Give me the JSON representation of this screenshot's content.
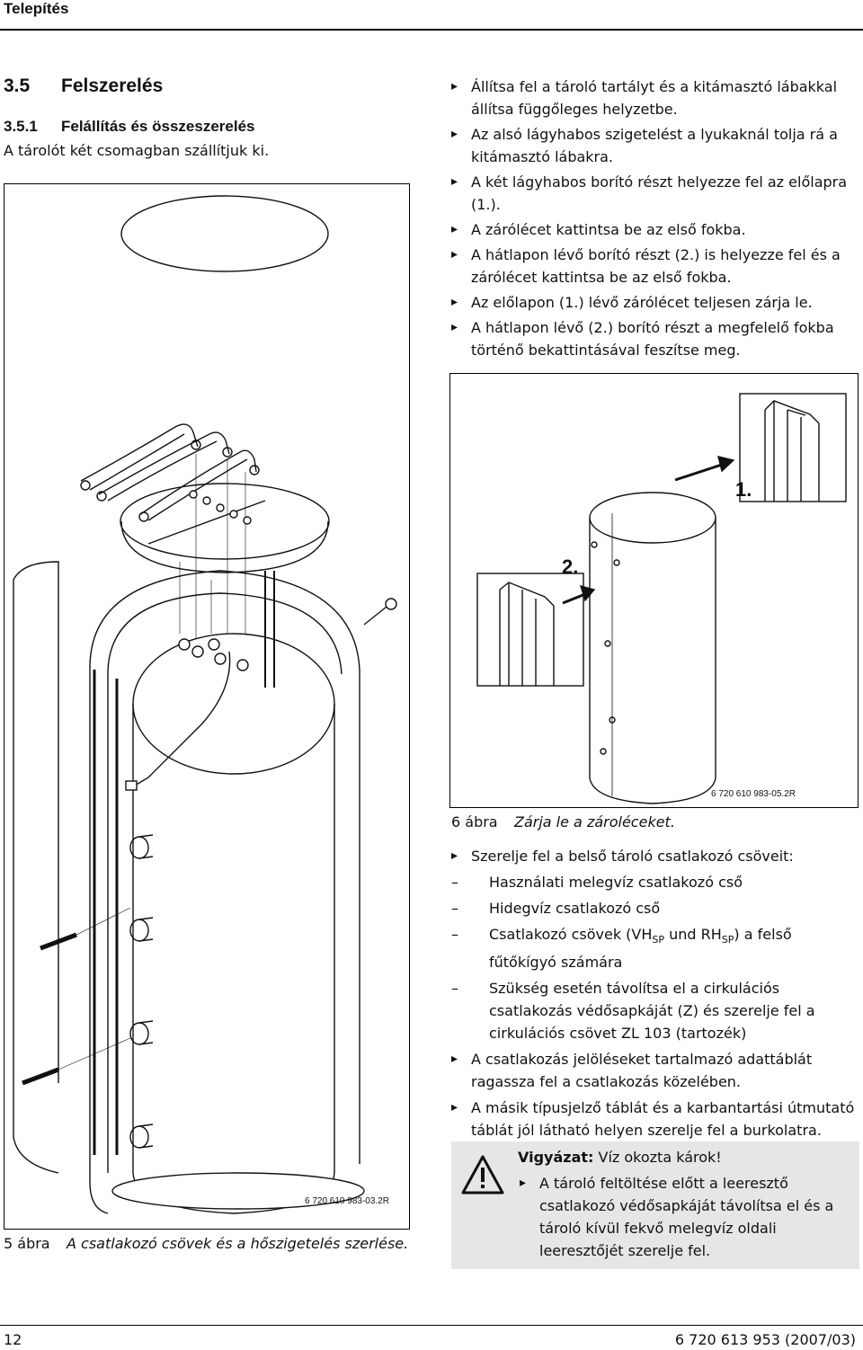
{
  "header": {
    "title": "Telepítés"
  },
  "section": {
    "number": "3.5",
    "title": "Felszerelés"
  },
  "subsection": {
    "number": "3.5.1",
    "title": "Felállítás és összeszerelés"
  },
  "intro": "A tárolót két csomagban szállítjuk ki.",
  "steps_top": [
    "Állítsa fel a tároló tartályt és a kitámasztó lábakkal állítsa függőleges helyzetbe.",
    "Az alsó lágyhabos szigetelést a lyukaknál tolja rá a kitámasztó lábakra.",
    "A két lágyhabos borító részt helyezze fel az előlapra (1.).",
    "A zárólécet kattintsa be az első fokba.",
    "A hátlapon lévő borító részt (2.) is helyezze fel és a zárólécet kattintsa be az első fokba.",
    "Az előlapon (1.) lévő zárólécet teljesen zárja le.",
    "A hátlapon lévő (2.) borító részt a megfelelő fokba történő bekattintásával feszítse meg."
  ],
  "figure5": {
    "ref": "6 720 610 983-03.2R",
    "caption_no": "5 ábra",
    "caption": "A csatlakozó csövek és a hőszigetelés szerlése."
  },
  "figure6": {
    "ref": "6 720 610 983-05.2R",
    "label1": "1.",
    "label2": "2.",
    "caption_no": "6 ábra",
    "caption": "Zárja le a zároléceket."
  },
  "steps_bottom": {
    "item1": "Szerelje fel a belső tároló csatlakozó csöveit:",
    "dash1": "Használati melegvíz csatlakozó cső",
    "dash2": "Hidegvíz csatlakozó cső",
    "dash3_a": "Csatlakozó csövek (VH",
    "dash3_sub1": "SP",
    "dash3_b": " und RH",
    "dash3_sub2": "SP",
    "dash3_c": ") a felső fűtőkígyó számára",
    "dash4": "Szükség esetén távolítsa el a cirkulációs csatlakozás védősapkáját (Z) és szerelje fel a cirkulációs csövet ZL 103 (tartozék)",
    "item2": "A csatlakozás jelöléseket tartalmazó adattáblát ragassza fel a csatlakozás közelében.",
    "item3": "A másik típusjelző táblát és a karbantartási útmutató táblát jól látható helyen szerelje fel a burkolatra."
  },
  "warning": {
    "label": "Vigyázat:",
    "text": " Víz okozta károk!",
    "item": "A tároló feltöltése előtt a leeresztő csatlakozó védősapkáját távolítsa el és a tároló kívül fekvő melegvíz oldali leeresztőjét szerelje fel."
  },
  "footer": {
    "page": "12",
    "doc": "6 720 613 953 (2007/03)"
  }
}
